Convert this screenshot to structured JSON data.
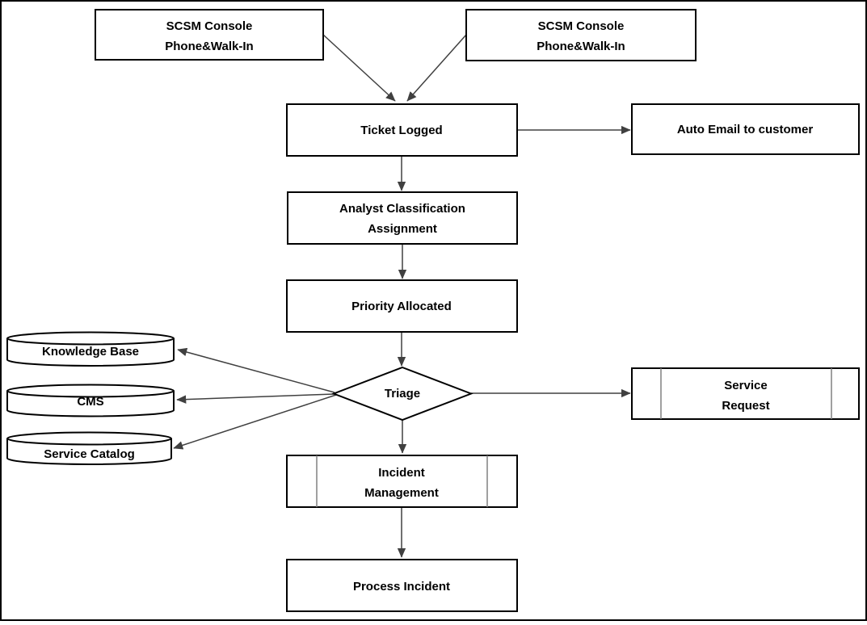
{
  "diagram": {
    "type": "flowchart",
    "colors": {
      "background": "#ffffff",
      "shape_fill": "#ffffff",
      "shape_border": "#000000",
      "connector": "#404040",
      "predefined_inner_bar": "#808080",
      "text": "#000000"
    },
    "nodes": {
      "scsm_left": {
        "shape": "rectangle",
        "label_line1": "SCSM Console",
        "label_line2": "Phone&Walk-In"
      },
      "scsm_right": {
        "shape": "rectangle",
        "label_line1": "SCSM Console",
        "label_line2": "Phone&Walk-In"
      },
      "ticket_logged": {
        "shape": "rectangle",
        "label": "Ticket Logged"
      },
      "auto_email": {
        "shape": "rectangle",
        "label": "Auto Email to customer"
      },
      "analyst_classification": {
        "shape": "rectangle",
        "label_line1": "Analyst Classification",
        "label_line2": "Assignment"
      },
      "priority_allocated": {
        "shape": "rectangle",
        "label": "Priority Allocated"
      },
      "triage": {
        "shape": "decision-diamond",
        "label": "Triage"
      },
      "knowledge_base": {
        "shape": "database-cylinder",
        "label": "Knowledge Base"
      },
      "cms": {
        "shape": "database-cylinder",
        "label": "CMS"
      },
      "service_catalog": {
        "shape": "database-cylinder",
        "label": "Service Catalog"
      },
      "service_request": {
        "shape": "predefined-process",
        "label_line1": "Service",
        "label_line2": "Request"
      },
      "incident_management": {
        "shape": "predefined-process",
        "label_line1": "Incident",
        "label_line2": "Management"
      },
      "process_incident": {
        "shape": "rectangle",
        "label": "Process Incident"
      }
    },
    "edges": [
      {
        "from": "scsm_left",
        "to": "ticket_logged",
        "arrow": "end"
      },
      {
        "from": "scsm_right",
        "to": "ticket_logged",
        "arrow": "end"
      },
      {
        "from": "ticket_logged",
        "to": "auto_email",
        "arrow": "end"
      },
      {
        "from": "ticket_logged",
        "to": "analyst_classification",
        "arrow": "end"
      },
      {
        "from": "analyst_classification",
        "to": "priority_allocated",
        "arrow": "end"
      },
      {
        "from": "priority_allocated",
        "to": "triage",
        "arrow": "end"
      },
      {
        "from": "triage",
        "to": "knowledge_base",
        "arrow": "end"
      },
      {
        "from": "triage",
        "to": "cms",
        "arrow": "end"
      },
      {
        "from": "triage",
        "to": "service_catalog",
        "arrow": "end"
      },
      {
        "from": "triage",
        "to": "service_request",
        "arrow": "end"
      },
      {
        "from": "triage",
        "to": "incident_management",
        "arrow": "end"
      },
      {
        "from": "incident_management",
        "to": "process_incident",
        "arrow": "end"
      }
    ]
  }
}
